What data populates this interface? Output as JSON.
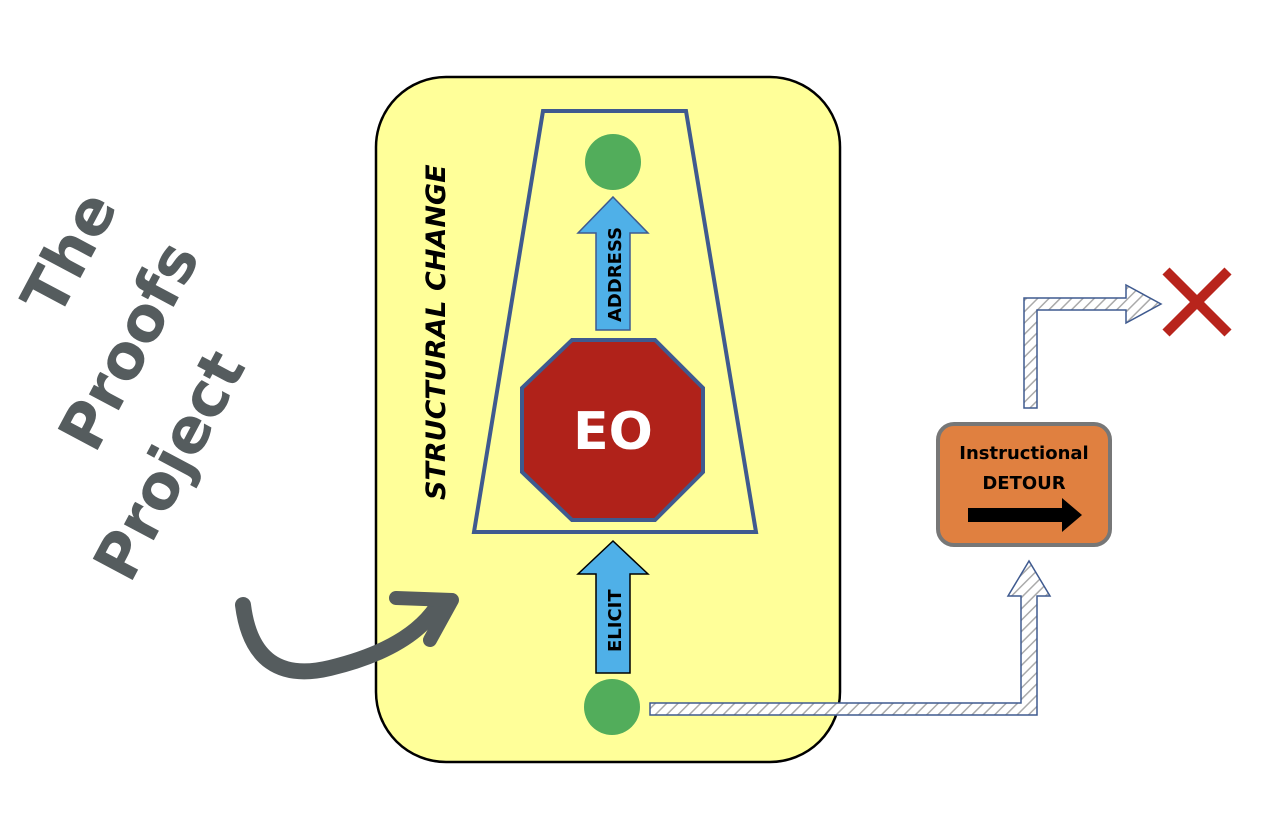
{
  "diagram": {
    "title_handwritten": [
      "The",
      "Proofs",
      "Project"
    ],
    "structural_change_label": "STRUCTURAL CHANGE",
    "stop_sign_label": "EO",
    "elicit_arrow_label": "ELICIT",
    "address_arrow_label": "ADDRESS",
    "detour_sign": {
      "line1": "Instructional",
      "line2": "DETOUR"
    },
    "nodes": {
      "start": "green-circle-bottom",
      "goal": "green-circle-top",
      "dead_end": "red-x"
    },
    "colors": {
      "panel_fill": "#ffff99",
      "trapezoid_stroke": "#3f5a8f",
      "stop_sign_fill": "#b0221a",
      "stop_sign_stroke": "#3f5a8f",
      "green_node": "#52ad5b",
      "blue_arrow": "#4fb0e8",
      "detour_fill": "#e08040",
      "x_mark": "#b8241c",
      "handwriting": "#555c5e"
    }
  }
}
